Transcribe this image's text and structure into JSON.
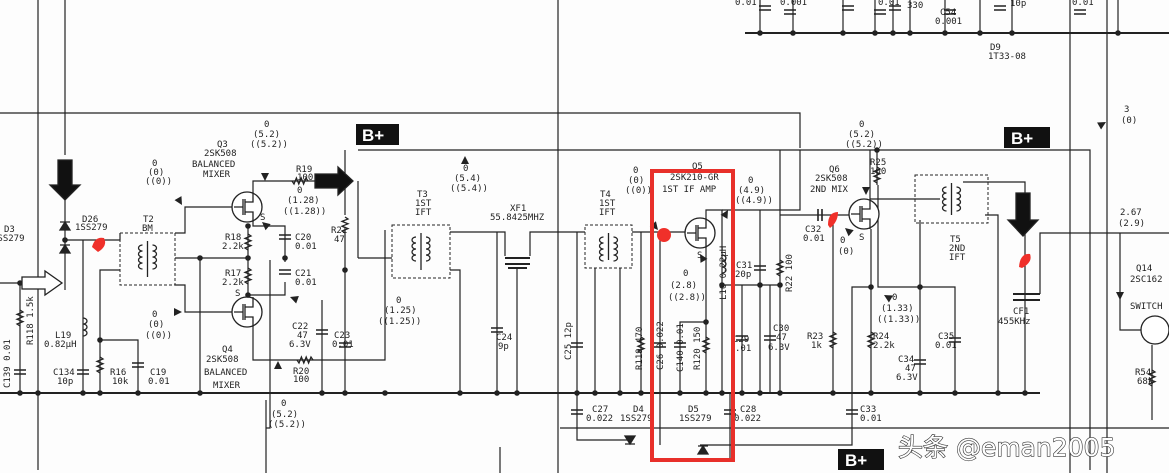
{
  "colors": {
    "ink": "#222222",
    "highlight_box": "#e8302a",
    "marker": "#f0302a",
    "bplus_bg": "#111111"
  },
  "supply_label": "B+",
  "top": {
    "c_a": "0.01",
    "c_b": "0.001",
    "c_c": "0.01",
    "r_a": "330",
    "c54": [
      "C54",
      "0.001"
    ],
    "c_d": "10p",
    "c_e": "0.01",
    "d9": [
      "D9",
      "1T33-08"
    ]
  },
  "d3": [
    "D3",
    "1SS279"
  ],
  "r118": "R118 1.5k",
  "c139": "C139 0.01",
  "d26": [
    "D26",
    "1SS279"
  ],
  "l19": [
    "L19",
    "0.82µH"
  ],
  "c134": [
    "C134",
    "10p"
  ],
  "t2": [
    "T2",
    "BM"
  ],
  "r16": [
    "R16",
    "10k"
  ],
  "c19": [
    "C19",
    "0.01"
  ],
  "q3": [
    "Q3",
    "2SK508",
    "BALANCED",
    "MIXER"
  ],
  "q3_gate_v": [
    "0",
    "(0)",
    "((0))"
  ],
  "q3_drain_v": [
    "0",
    "(5.2)",
    "((5.2))"
  ],
  "q3_source_v": [
    "0",
    "(1.28)",
    "((1.28))"
  ],
  "r19": [
    "R19",
    "100"
  ],
  "r18": [
    "R18",
    "2.2k"
  ],
  "c20": [
    "C20",
    "0.01"
  ],
  "r17": [
    "R17",
    "2.2k"
  ],
  "c21": [
    "C21",
    "0.01"
  ],
  "q4": [
    "Q4",
    "2SK508",
    "BALANCED",
    "MIXER"
  ],
  "q4_gate_v": [
    "0",
    "(0)",
    "((0))"
  ],
  "q4_drain_v": [
    "0",
    "(5.2)",
    "((5.2))"
  ],
  "mid_v": [
    "0",
    "(1.25)",
    "((1.25))"
  ],
  "c22": [
    "C22",
    "47",
    "6.3V"
  ],
  "c23": [
    "C23",
    "0.01"
  ],
  "r20": [
    "R20",
    "100"
  ],
  "r21": [
    "R21",
    "47"
  ],
  "s_label": "S",
  "bplus_v": [
    "0",
    "(5.4)",
    "((5.4))"
  ],
  "t3": [
    "T3",
    "1ST",
    "IFT"
  ],
  "xf1": [
    "XF1",
    "55.8425MHZ"
  ],
  "c24": [
    "C24",
    "9p"
  ],
  "c25": "C25 12p",
  "t4": [
    "T4",
    "1ST",
    "IFT"
  ],
  "q5_gate_v": [
    "0",
    "(0)",
    "((0))"
  ],
  "q5": [
    "Q5",
    "2SK210-GR",
    "1ST IF AMP"
  ],
  "q5_source_v": [
    "0",
    "(2.8)",
    "((2.8))"
  ],
  "q5_drain_v": [
    "0",
    "(4.9)",
    "((4.9))"
  ],
  "l10": "L10 0.22µH",
  "c31": [
    "C31",
    "20p"
  ],
  "r22": "R22 100",
  "r119": "R119 470",
  "c26": "C26 0.022",
  "c140": "C140 0.01",
  "r120": "R120 150",
  "c29": [
    "C29",
    ".01"
  ],
  "c30": [
    "C30",
    "47",
    "6.3V"
  ],
  "c27": [
    "C27",
    "0.022"
  ],
  "d4": [
    "D4",
    "1SS279"
  ],
  "d5": [
    "D5",
    "1SS279"
  ],
  "c28": [
    "C28",
    "0.022"
  ],
  "q6": [
    "Q6",
    "2SK508",
    "2ND MIX"
  ],
  "q6_drain_v": [
    "0",
    "(5.2)",
    "((5.2))"
  ],
  "q6_gate_v": [
    "0",
    "(0)"
  ],
  "q6_source_v": [
    "0",
    "(1.33)",
    "((1.33))"
  ],
  "r25": [
    "R25",
    "100"
  ],
  "c32": [
    "C32",
    "0.01"
  ],
  "t5": [
    "T5",
    "2ND",
    "IFT"
  ],
  "cf1": [
    "CF1",
    "455KHz"
  ],
  "r23": [
    "R23",
    "1k"
  ],
  "r24": [
    "R24",
    "2.2k"
  ],
  "c34": [
    "C34",
    "47",
    "6.3V"
  ],
  "c35": [
    "C35",
    "0.01"
  ],
  "c33": [
    "C33",
    "0.01"
  ],
  "right_v": [
    "3",
    "(0)"
  ],
  "q14_v": [
    "2.67",
    "(2.9)"
  ],
  "q14": [
    "Q14",
    "2SC162",
    "SWITCH"
  ],
  "r54": [
    "R54",
    "68k"
  ],
  "watermark": "头条 @eman2005"
}
